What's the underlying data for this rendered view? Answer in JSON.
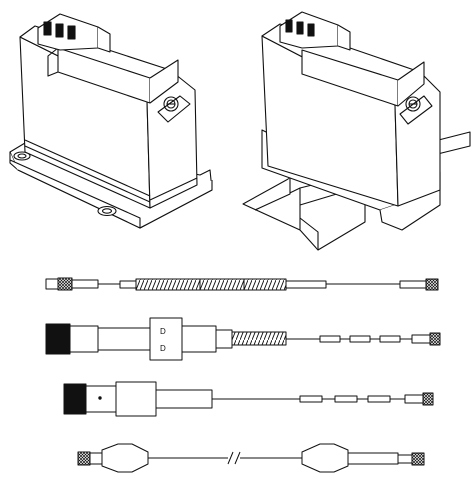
{
  "figure": {
    "labels": {
      "cable_b_body_mark_top": "D",
      "cable_b_body_mark_bottom": "D"
    }
  },
  "items": [
    {
      "key": "module-flange-mount",
      "kind": "enclosure"
    },
    {
      "key": "module-din-rail-mount",
      "kind": "enclosure"
    },
    {
      "key": "cable-assembly-a",
      "kind": "cable"
    },
    {
      "key": "cable-assembly-b",
      "kind": "cable"
    },
    {
      "key": "cable-assembly-c",
      "kind": "cable"
    },
    {
      "key": "cable-assembly-d",
      "kind": "cable"
    }
  ]
}
